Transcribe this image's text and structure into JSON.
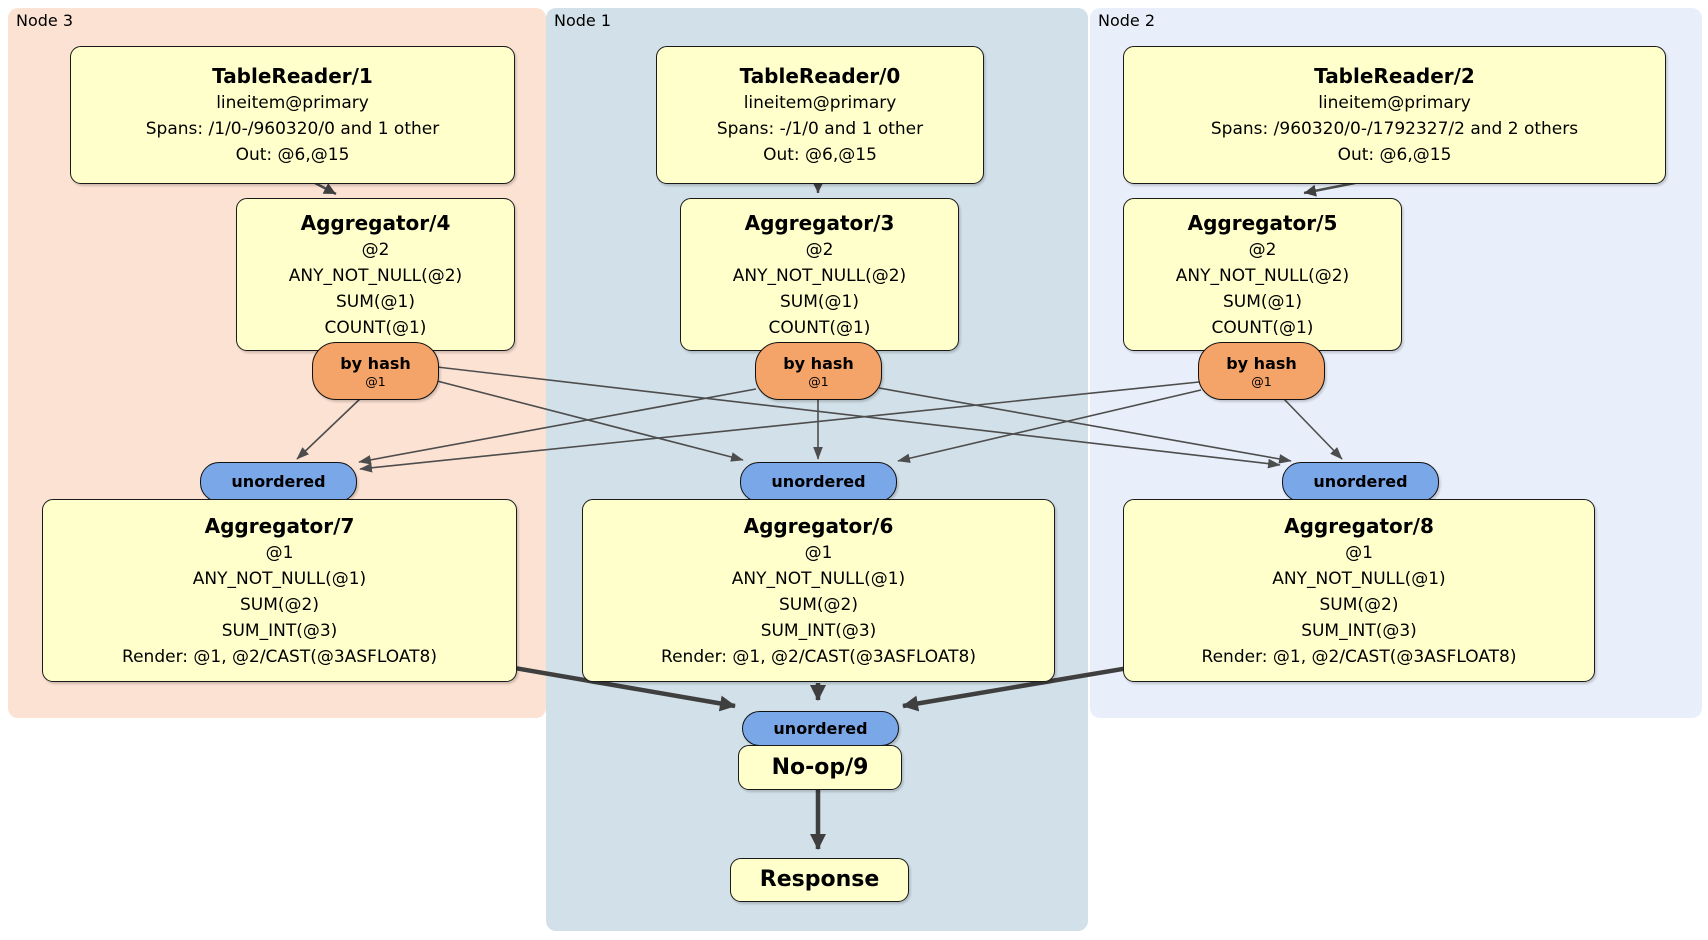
{
  "regions": {
    "node3": {
      "label": "Node 3"
    },
    "node1": {
      "label": "Node 1"
    },
    "node2": {
      "label": "Node 2"
    }
  },
  "nodes": {
    "tablereader1": {
      "title": "TableReader/1",
      "lines": [
        "lineitem@primary",
        "Spans: /1/0-/960320/0 and 1 other",
        "Out: @6,@15"
      ]
    },
    "tablereader0": {
      "title": "TableReader/0",
      "lines": [
        "lineitem@primary",
        "Spans: -/1/0 and 1 other",
        "Out: @6,@15"
      ]
    },
    "tablereader2": {
      "title": "TableReader/2",
      "lines": [
        "lineitem@primary",
        "Spans: /960320/0-/1792327/2 and 2 others",
        "Out: @6,@15"
      ]
    },
    "aggregator4": {
      "title": "Aggregator/4",
      "lines": [
        "@2",
        "ANY_NOT_NULL(@2)",
        "SUM(@1)",
        "COUNT(@1)"
      ]
    },
    "aggregator3": {
      "title": "Aggregator/3",
      "lines": [
        "@2",
        "ANY_NOT_NULL(@2)",
        "SUM(@1)",
        "COUNT(@1)"
      ]
    },
    "aggregator5": {
      "title": "Aggregator/5",
      "lines": [
        "@2",
        "ANY_NOT_NULL(@2)",
        "SUM(@1)",
        "COUNT(@1)"
      ]
    },
    "aggregator7": {
      "title": "Aggregator/7",
      "lines": [
        "@1",
        "ANY_NOT_NULL(@1)",
        "SUM(@2)",
        "SUM_INT(@3)",
        "Render: @1, @2/CAST(@3ASFLOAT8)"
      ]
    },
    "aggregator6": {
      "title": "Aggregator/6",
      "lines": [
        "@1",
        "ANY_NOT_NULL(@1)",
        "SUM(@2)",
        "SUM_INT(@3)",
        "Render: @1, @2/CAST(@3ASFLOAT8)"
      ]
    },
    "aggregator8": {
      "title": "Aggregator/8",
      "lines": [
        "@1",
        "ANY_NOT_NULL(@1)",
        "SUM(@2)",
        "SUM_INT(@3)",
        "Render: @1, @2/CAST(@3ASFLOAT8)"
      ]
    },
    "noop9": {
      "title": "No-op/9"
    },
    "response": {
      "title": "Response"
    }
  },
  "connectors": {
    "by_hash": {
      "label": "by hash",
      "sub": "@1"
    },
    "unordered": {
      "label": "unordered"
    }
  },
  "edges": [
    {
      "from": "tablereader1",
      "to": "aggregator4"
    },
    {
      "from": "tablereader0",
      "to": "aggregator3"
    },
    {
      "from": "tablereader2",
      "to": "aggregator5"
    },
    {
      "from": "by_hash_4",
      "to": "unordered_7"
    },
    {
      "from": "by_hash_4",
      "to": "unordered_6"
    },
    {
      "from": "by_hash_4",
      "to": "unordered_8"
    },
    {
      "from": "by_hash_3",
      "to": "unordered_7"
    },
    {
      "from": "by_hash_3",
      "to": "unordered_6"
    },
    {
      "from": "by_hash_3",
      "to": "unordered_8"
    },
    {
      "from": "by_hash_5",
      "to": "unordered_7"
    },
    {
      "from": "by_hash_5",
      "to": "unordered_6"
    },
    {
      "from": "by_hash_5",
      "to": "unordered_8"
    },
    {
      "from": "aggregator7",
      "to": "unordered_noop"
    },
    {
      "from": "aggregator6",
      "to": "unordered_noop"
    },
    {
      "from": "aggregator8",
      "to": "unordered_noop"
    },
    {
      "from": "noop9",
      "to": "response"
    }
  ],
  "colors": {
    "region_node3": "#fce2d3",
    "region_node1": "#d2e0e9",
    "region_node2": "#e9effa",
    "node_box_fill": "#ffffcc",
    "by_hash_fill": "#f4a369",
    "unordered_fill": "#7aa7e8",
    "edge_thin": "#4d4d4d",
    "edge_thick": "#3f3f3f"
  }
}
